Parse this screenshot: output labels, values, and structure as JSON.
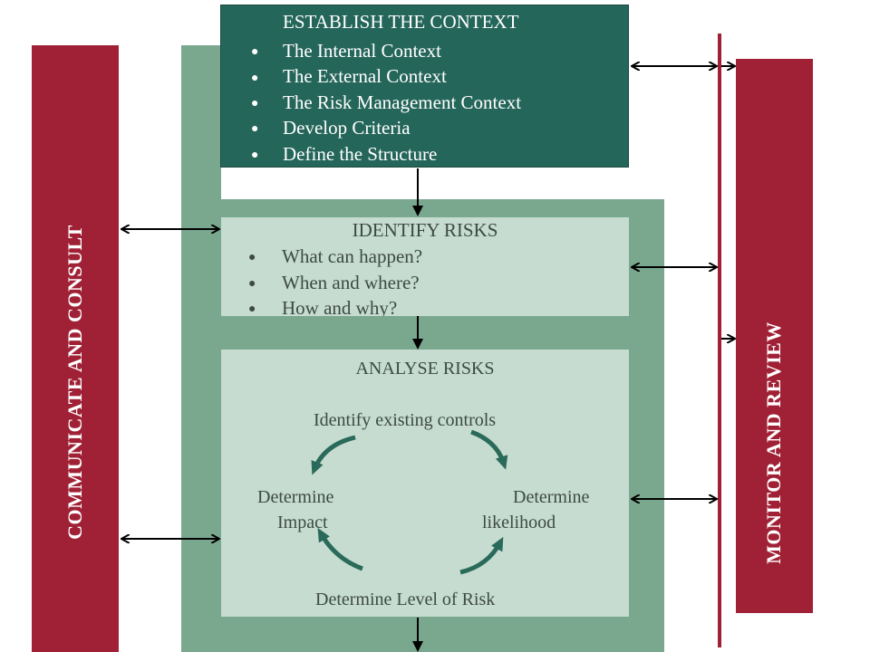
{
  "communicate": {
    "label": "COMMUNICATE AND CONSULT"
  },
  "monitor": {
    "label": "MONITOR AND REVIEW"
  },
  "establish": {
    "title": "ESTABLISH THE CONTEXT",
    "items": [
      "The Internal Context",
      "The External Context",
      "The Risk Management Context",
      "Develop Criteria",
      "Define the Structure"
    ]
  },
  "identify": {
    "title": "IDENTIFY RISKS",
    "items": [
      "What can happen?",
      "When and where?",
      "How and why?"
    ]
  },
  "analyse": {
    "title": "ANALYSE RISKS",
    "controls": "Identify existing controls",
    "impact_line1": "Determine",
    "impact_line2": "Impact",
    "likelihood_line1": "Determine",
    "likelihood_line2": "likelihood",
    "level": "Determine Level of Risk"
  },
  "bullet": "●",
  "colors": {
    "crimson": "#a02136",
    "dark_green": "#25665a",
    "mid_green": "#7aa88f",
    "light_green": "#c6dcd0"
  }
}
